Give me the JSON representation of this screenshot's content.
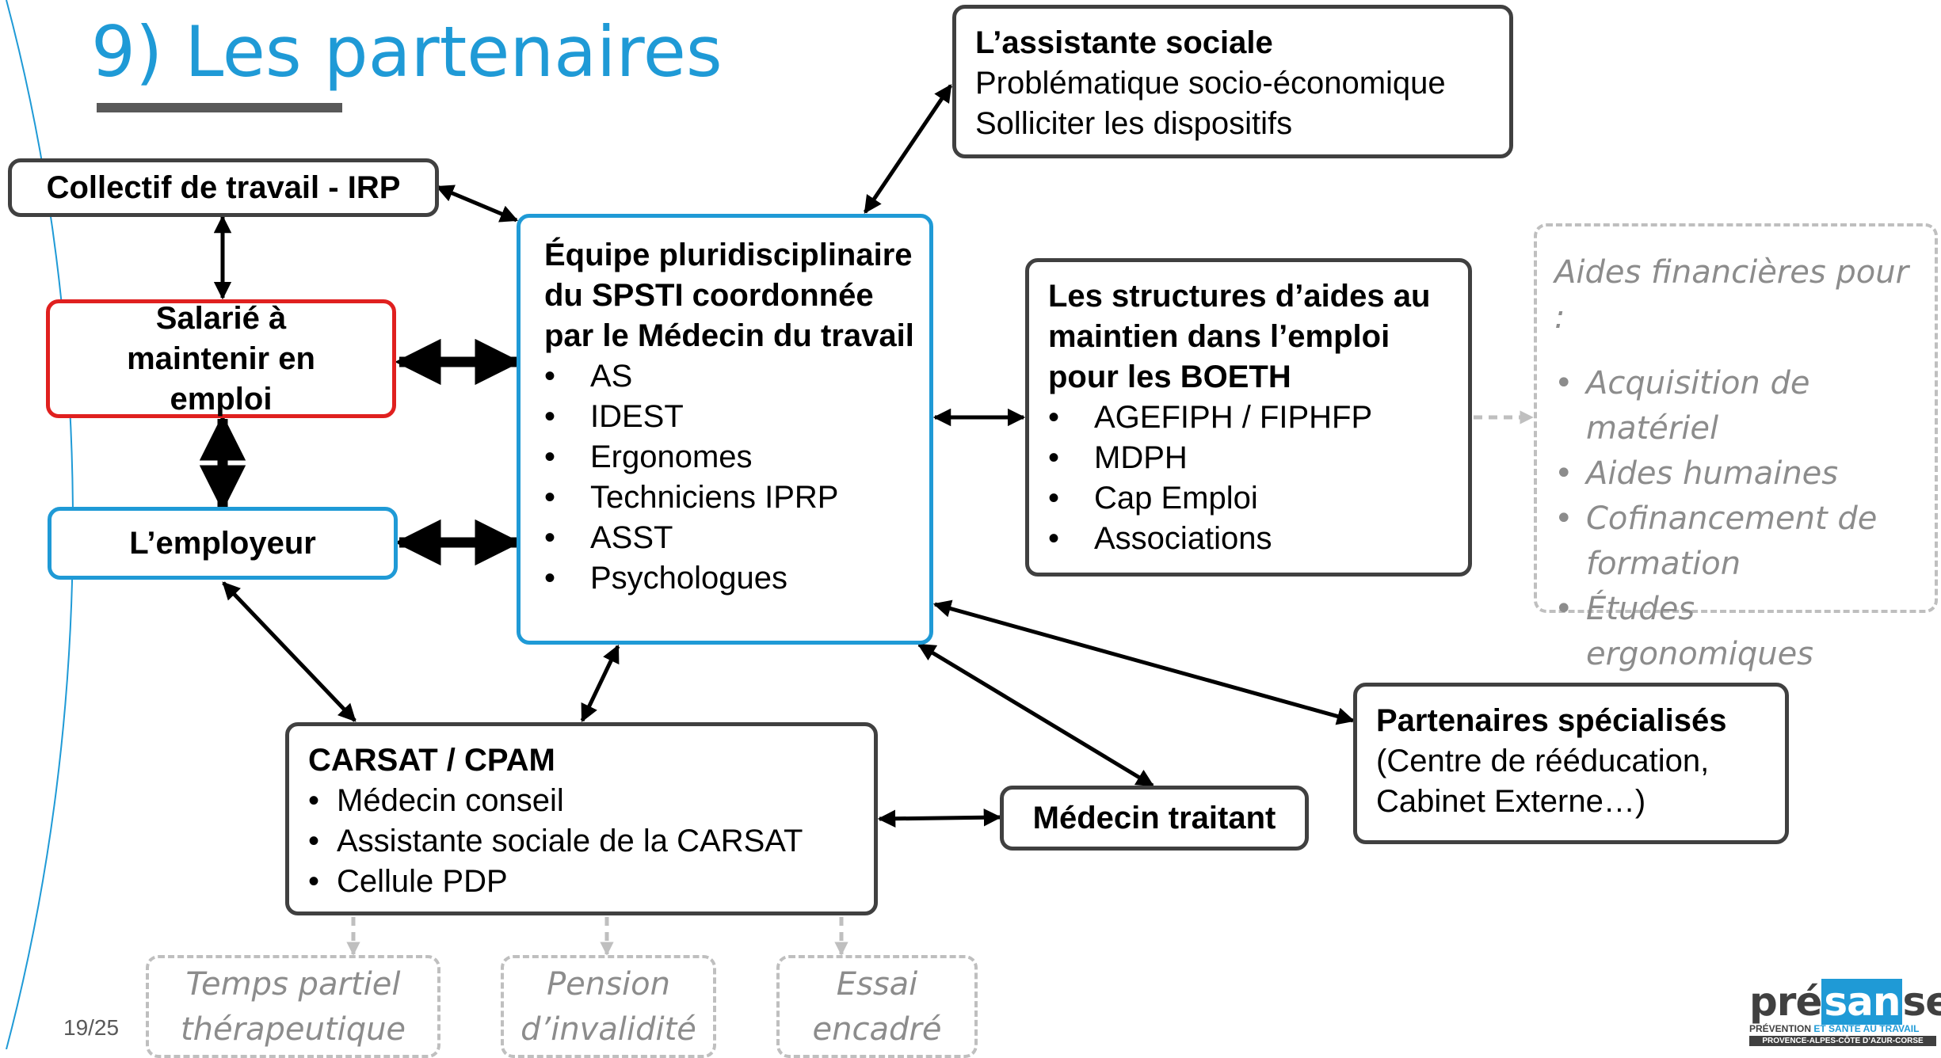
{
  "title": "9) Les partenaires",
  "page_number": "19/25",
  "nodes": {
    "collectif": "Collectif de travail - IRP",
    "salarie": "Salarié à maintenir en emploi",
    "employeur": "L’employeur",
    "equipe": {
      "heading": "Équipe pluridisciplinaire du SPSTI coordonnée par le Médecin du travail",
      "items": [
        "AS",
        "IDEST",
        "Ergonomes",
        "Techniciens IPRP",
        "ASST",
        "Psychologues"
      ]
    },
    "assistante": {
      "heading": "L’assistante sociale",
      "lines": [
        "Problématique socio-économique",
        "Solliciter les dispositifs"
      ]
    },
    "structures": {
      "heading": "Les structures d’aides au maintien dans l’emploi pour les BOETH",
      "items": [
        "AGEFIPH / FIPHFP",
        "MDPH",
        "Cap Emploi",
        "Associations"
      ]
    },
    "aides": {
      "heading": "Aides financières pour :",
      "items": [
        "Acquisition de matériel",
        "Aides humaines",
        "Cofinancement de formation",
        "Études ergonomiques"
      ]
    },
    "carsat": {
      "heading": "CARSAT / CPAM",
      "items": [
        "Médecin conseil",
        "Assistante sociale de la CARSAT",
        "Cellule PDP"
      ]
    },
    "medecin_traitant": "Médecin traitant",
    "specialises": {
      "heading": "Partenaires spécialisés",
      "lines": [
        "(Centre de rééducation,",
        "Cabinet Externe…)"
      ]
    },
    "outcomes": [
      "Temps partiel thérapeutique",
      "Pension d’invalidité",
      "Essai encadré"
    ]
  },
  "logo": {
    "word_a": "pré",
    "word_b": "san",
    "word_c": "se",
    "tagline_a": "PRÉVENTION",
    "tagline_b": "ET SANTÉ AU TRAVAIL",
    "region": "PROVENCE-ALPES-CÔTE D’AZUR-CORSE"
  },
  "colors": {
    "accent_blue": "#1f9ad6",
    "alert_red": "#e0201f",
    "box_border": "#404040",
    "dashed_gray": "#bfbfbf",
    "muted_text": "#8c8c8c"
  }
}
